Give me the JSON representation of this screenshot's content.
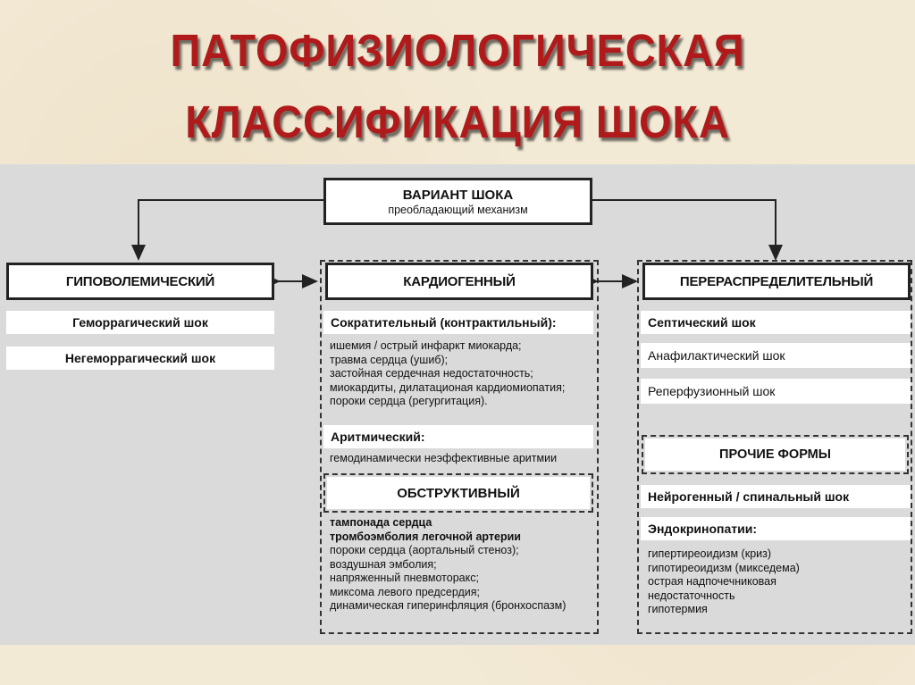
{
  "title": {
    "line1": "ПАТОФИЗИОЛОГИЧЕСКАЯ",
    "line2": "КЛАССИФИКАЦИЯ ШОКА"
  },
  "root": {
    "title": "ВАРИАНТ ШОКА",
    "subtitle": "преобладающий механизм"
  },
  "hypovolemic": {
    "header": "ГИПОВОЛЕМИЧЕСКИЙ",
    "items": [
      "Геморрагический шок",
      "Негеморрагический шок"
    ]
  },
  "cardiogenic": {
    "header": "КАРДИОГЕННЫЙ",
    "contractile_title": "Сократительный (контрактильный):",
    "contractile_items": [
      "ишемия / острый инфаркт миокарда;",
      "травма сердца (ушиб);",
      "застойная сердечная недостаточность;",
      "миокардиты, дилатационая кардиомиопатия;",
      "пороки сердца (регургитация)."
    ],
    "arrhythmic_title": "Аритмический:",
    "arrhythmic_item": "гемодинамически неэффективные аритмии"
  },
  "obstructive": {
    "header": "ОБСТРУКТИВНЫЙ",
    "items_bold": [
      "тампонада сердца",
      "тромбоэмболия легочной артерии"
    ],
    "items": [
      "пороки сердца (аортальный стеноз);",
      "воздушная эмболия;",
      "напряженный пневмоторакс;",
      "миксома левого предсердия;",
      "динамическая гиперинфляция (бронхоспазм)"
    ]
  },
  "distributive": {
    "header": "ПЕРЕРАСПРЕДЕЛИТЕЛЬНЫЙ",
    "items": [
      "Септический шок",
      "Анафилактический шок",
      "Реперфузионный шок"
    ]
  },
  "other": {
    "header": "ПРОЧИЕ ФОРМЫ",
    "neuro": "Нейрогенный / спинальный шок",
    "endo_title": "Эндокринопатии:",
    "endo_items": [
      "гипертиреоидизм (криз)",
      "гипотиреоидизм (микседема)",
      "острая надпочечниковая",
      "недостаточность",
      "гипотермия"
    ]
  }
}
